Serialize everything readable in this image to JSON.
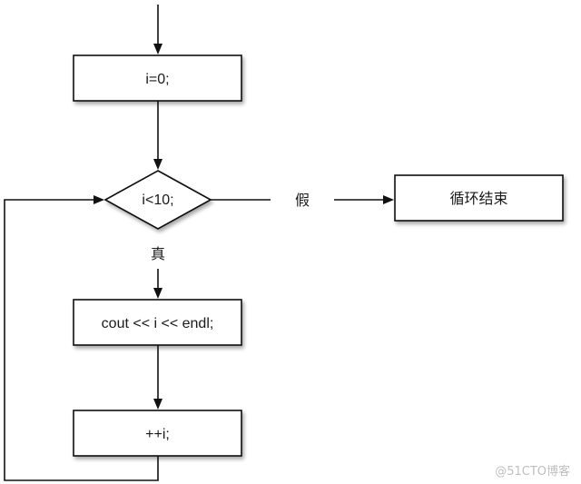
{
  "nodes": {
    "init": "i=0;",
    "condition": "i<10;",
    "end": "循环结束",
    "body": "cout << i << endl;",
    "increment": "++i;"
  },
  "edges": {
    "true_label": "真",
    "false_label": "假"
  },
  "watermark": "@51CTO博客",
  "colors": {
    "stroke": "#111111",
    "fill": "#ffffff",
    "shadow": "#c8c8c8",
    "watermark": "#bfbfbf"
  }
}
